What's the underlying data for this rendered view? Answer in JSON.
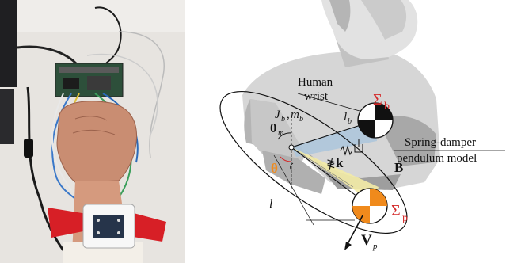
{
  "figure": {
    "photo": {
      "device_label": "wrist-worn sensor board on forearm"
    },
    "diagram": {
      "labels": {
        "human_wrist_line1": "Human",
        "human_wrist_line2": "wrist",
        "sigma_b": "Σ",
        "sigma_b_sub": "b",
        "sigma_p": "Σ",
        "sigma_p_sub": "p",
        "spring_line1": "Spring-damper",
        "spring_line2": "pendulum model",
        "J": "J",
        "J_sub": "b",
        "m": "m",
        "m_sub": "b",
        "l_b": "l",
        "l_b_sub": "b",
        "theta_m": "θ",
        "theta_m_sub": "m",
        "theta": "θ",
        "k": "k",
        "B": "B",
        "l": "l",
        "V": "V",
        "V_sub": "p"
      },
      "colors": {
        "accent_red": "#d42a2a",
        "orange": "#f08a1c",
        "ink": "#111111",
        "skin_light": "#d9d9d9",
        "skin_dark": "#8e8e8e",
        "beam_blue": "#a9c4dc"
      }
    }
  }
}
